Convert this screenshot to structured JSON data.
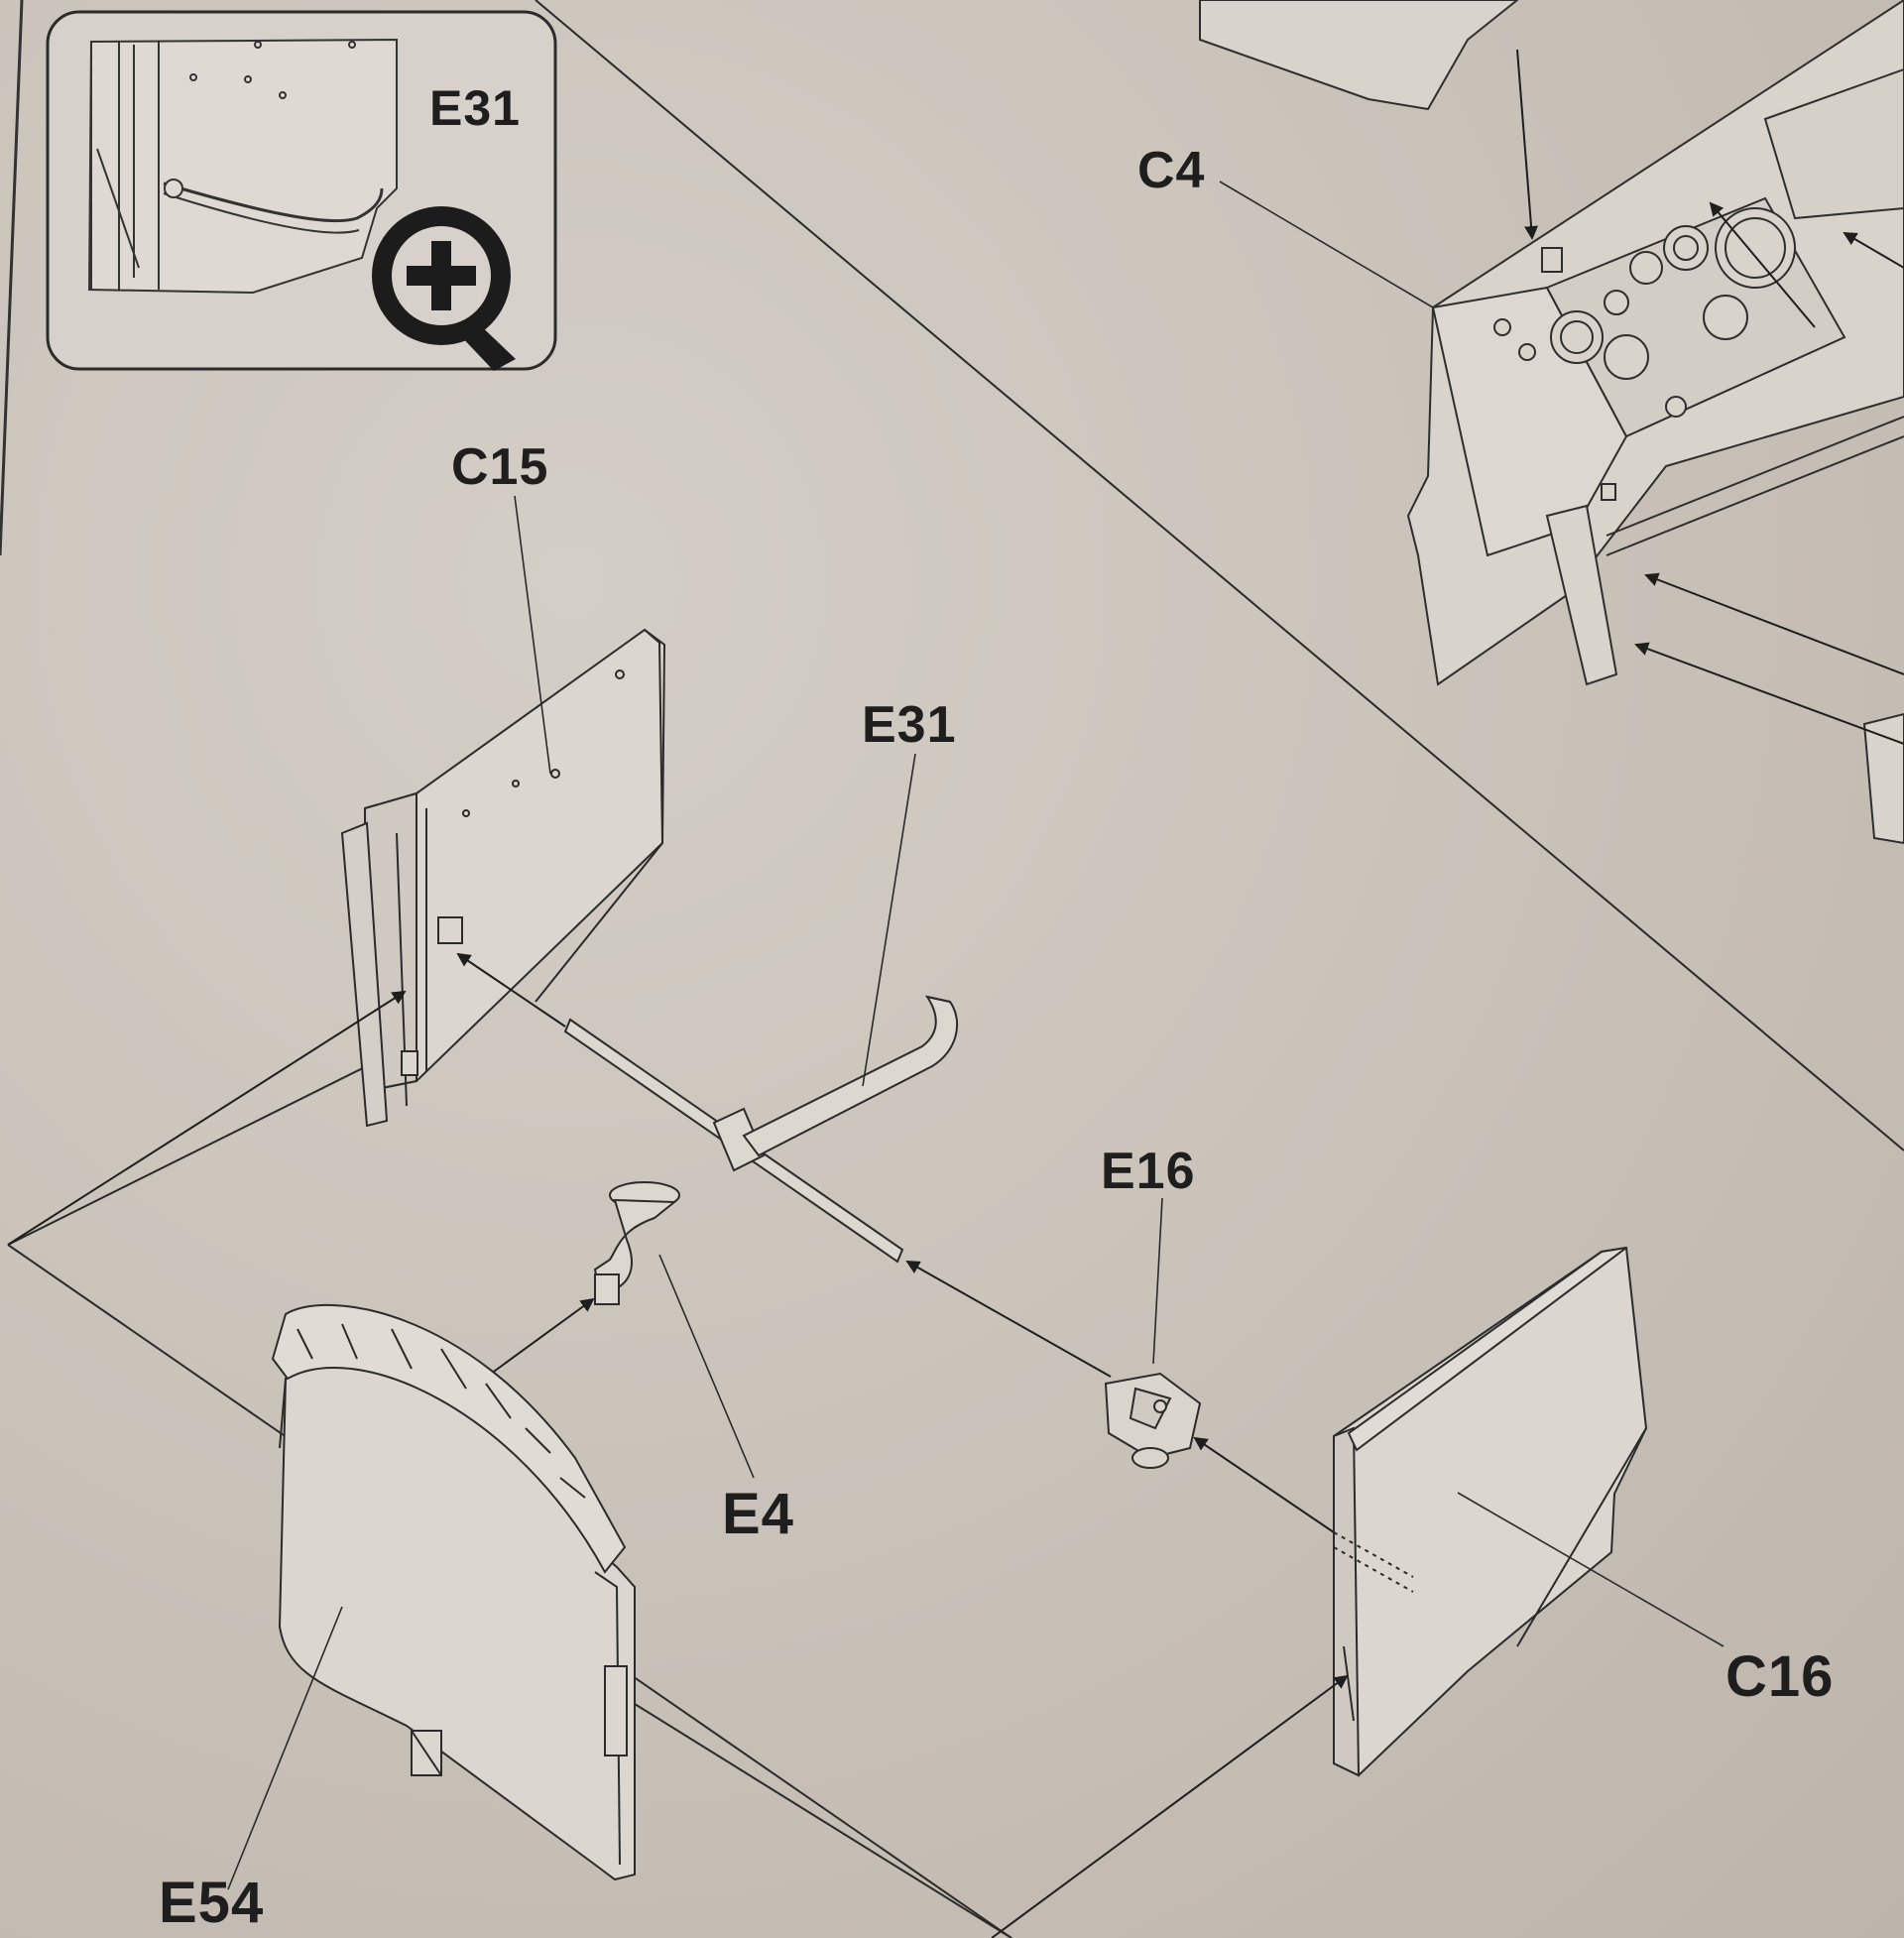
{
  "inset": {
    "label": "E31",
    "zoom_icon": "magnifier-plus-icon"
  },
  "labels": {
    "c4": "C4",
    "c15": "C15",
    "e31": "E31",
    "e16": "E16",
    "e4": "E4",
    "e54": "E54",
    "c16": "C16"
  },
  "colors": {
    "paper": "#cbc5bc",
    "ink": "#1e1e1e",
    "part_fill": "#d9d5ce"
  }
}
